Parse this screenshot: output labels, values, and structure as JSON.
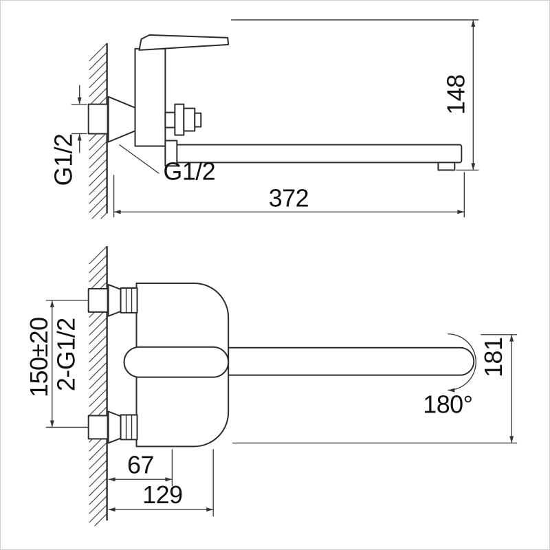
{
  "page": {
    "background": "#ffffff",
    "line_color": "#2b2b2b",
    "border_color": "#cfcfcf"
  },
  "side_view": {
    "wall_thread": "G1/2",
    "spout_thread": "G1/2",
    "overall_height": "148",
    "spout_reach": "372"
  },
  "plan_view": {
    "mount_spacing": "150±20",
    "mount_threads": "2-G1/2",
    "swivel_reach": "181",
    "swivel_angle": "180°",
    "wall_to_pivot": "67",
    "wall_to_front": "129"
  }
}
